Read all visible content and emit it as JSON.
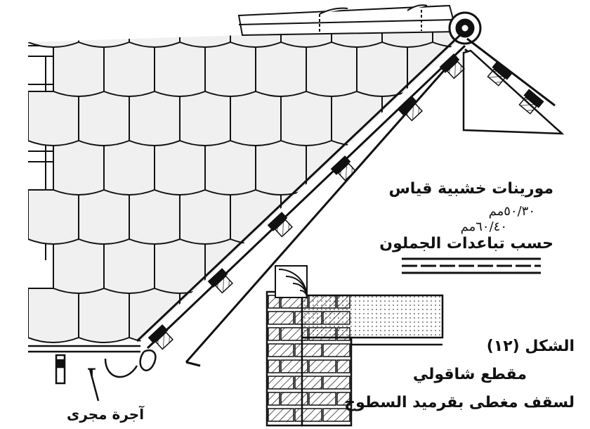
{
  "labels": {
    "purlin_title": "مورينات خشبية قياس",
    "purlin_size1": "٥٠/٣٠مم",
    "purlin_size2": "٦٠/٤٠مم",
    "purlin_note": "حسب تباعدات الجملون",
    "figure_number": "الشكل (١٢)",
    "figure_subtitle": "مقطع شاقولي",
    "figure_description": "لسقف مغطى بقرميد السطوح",
    "gutter_tile": "آجرة مجرى",
    "t_marker": "T"
  },
  "colors": {
    "line": "#111111",
    "background": "#ffffff",
    "tile_fill": "#f0f0f0"
  }
}
